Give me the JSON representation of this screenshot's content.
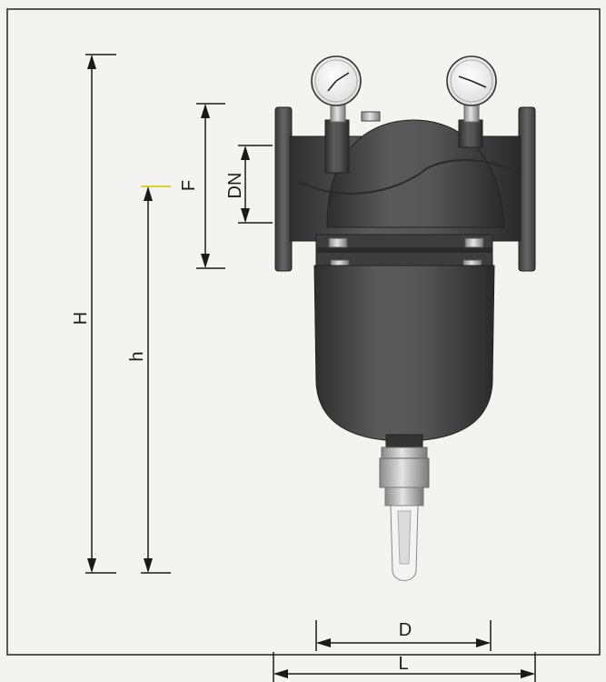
{
  "labels": {
    "H": "H",
    "h": "h",
    "F": "F",
    "DN": "DN",
    "D": "D",
    "L": "L"
  },
  "colors": {
    "body": "#4a4a4a",
    "body_dark": "#2f2f2f",
    "body_light": "#6a6a6a",
    "line": "#1a1a1a",
    "accent": "#d8d22a",
    "background": "#f3f3f1"
  },
  "icons": [
    "pressure-gauge-icon",
    "drain-valve-icon"
  ]
}
